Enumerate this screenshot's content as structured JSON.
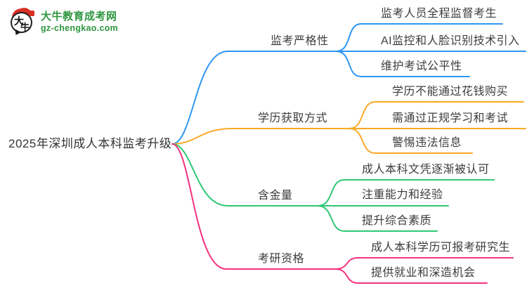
{
  "page": {
    "background": "#ffffff",
    "text_color": "#3c3c3c"
  },
  "logo": {
    "icon_char_top": "大",
    "icon_char_bottom": "牛",
    "site_name": "大牛教育成考网",
    "site_url": "gz-chengkao.com",
    "brand_green": "#2e9640",
    "seal_red": "#d93026"
  },
  "mindmap": {
    "root": {
      "label": "2025年深圳成人本科监考升级"
    },
    "branches": [
      {
        "label": "监考严格性",
        "color": "#2e97f2",
        "children": [
          "监考人员全程监督考生",
          "AI监控和人脸识别技术引入",
          "维护考试公平性"
        ]
      },
      {
        "label": "学历获取方式",
        "color": "#f7a928",
        "children": [
          "学历不能通过花钱购买",
          "需通过正规学习和考试",
          "警惕违法信息"
        ]
      },
      {
        "label": "含金量",
        "color": "#2fc873",
        "children": [
          "成人本科文凭逐渐被认可",
          "注重能力和经验",
          "提升综合素质"
        ]
      },
      {
        "label": "考研资格",
        "color": "#f5317f",
        "children": [
          "成人本科学历可报考研究生",
          "提供就业和深造机会"
        ]
      }
    ]
  }
}
